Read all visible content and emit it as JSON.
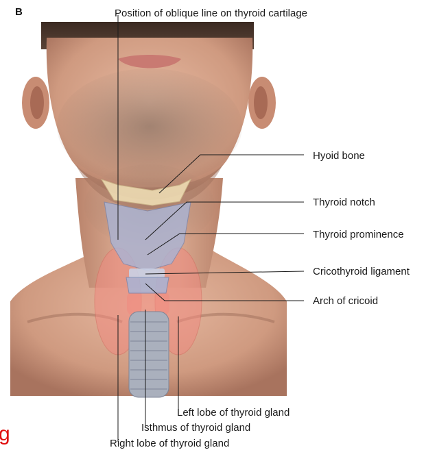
{
  "figure": {
    "panel_letter": "B",
    "stray_text": "g"
  },
  "labels": {
    "top": "Position of oblique line on thyroid cartilage",
    "hyoid_bone": "Hyoid bone",
    "thyroid_notch": "Thyroid notch",
    "thyroid_prominence": "Thyroid prominence",
    "cricothyroid_ligament": "Cricothyroid ligament",
    "arch_of_cricoid": "Arch of cricoid",
    "left_lobe": "Left lobe of thyroid gland",
    "isthmus": "Isthmus of thyroid gland",
    "right_lobe": "Right lobe of thyroid gland"
  },
  "colors": {
    "skin": "#d9a78e",
    "skin_shadow": "#b57f68",
    "beard": "#7d6558",
    "thyroid_gland": "#f08a80",
    "cartilage": "#a9b4d6",
    "hyoid": "#f2e2b8",
    "trachea": "#aab0bd"
  }
}
